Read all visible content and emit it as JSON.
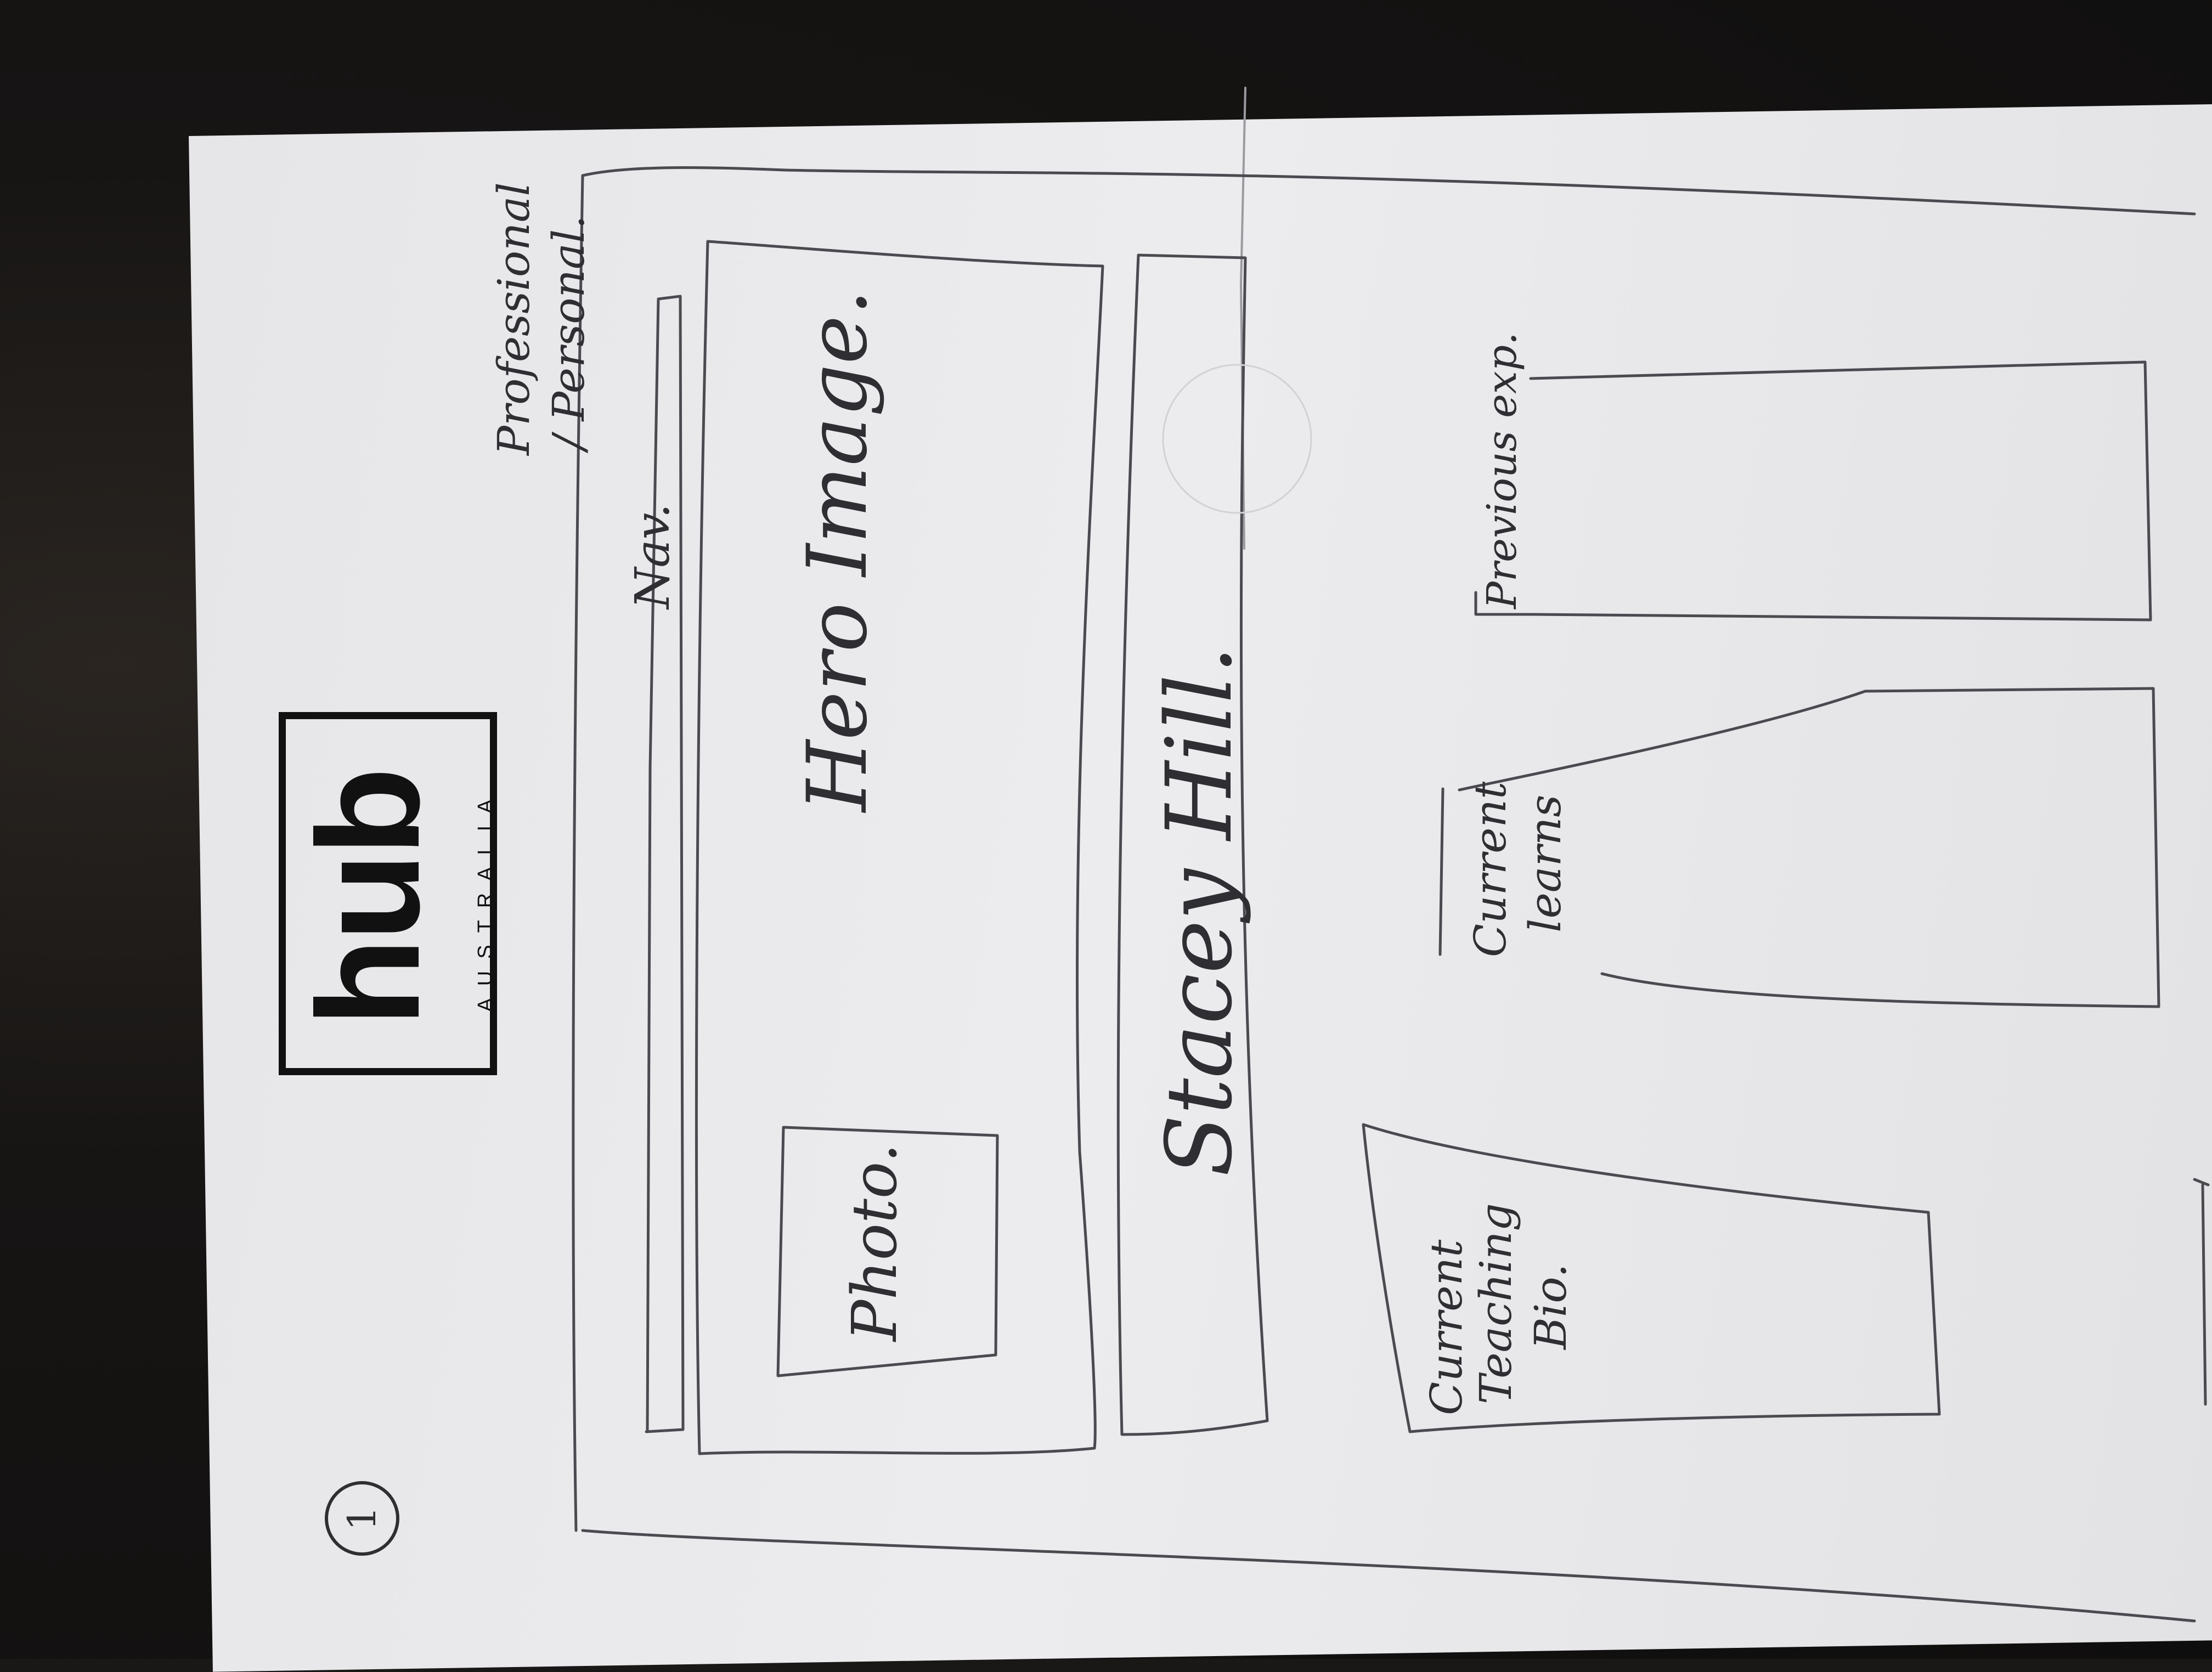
{
  "logo": {
    "word": "hub",
    "subtitle": "AUSTRALIA"
  },
  "page_number": "1",
  "annotations": {
    "nav_label": "Nav.",
    "nav_note_line1": "Professional",
    "nav_note_line2": "/ Personal.",
    "hero_label": "Hero Image.",
    "photo_label": "Photo.",
    "name_label": "Stacey Hill.",
    "card_left_line1": "Current",
    "card_left_line2": "Teaching",
    "card_left_line3": "Bio.",
    "card_middle_line1": "Current",
    "card_middle_line2": "learns",
    "card_right_label": "Previous exp."
  },
  "colors": {
    "paper": "#e8e8ea",
    "pencil": "#2e2e33",
    "ink": "#111111",
    "background": "#141312"
  }
}
